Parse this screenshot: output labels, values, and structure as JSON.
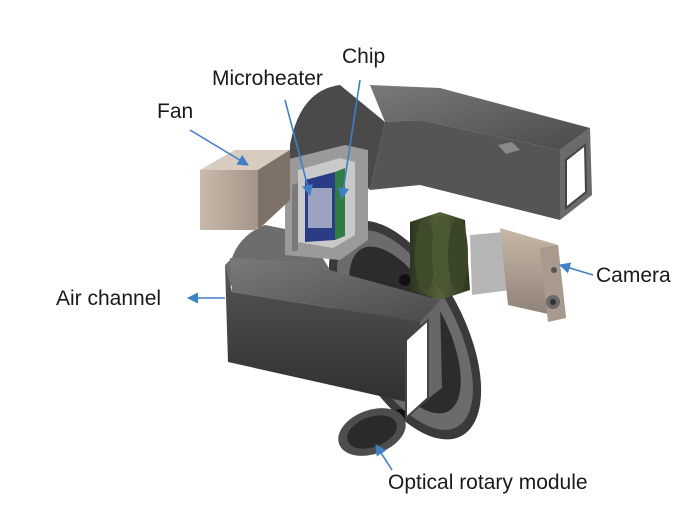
{
  "labels": {
    "chip": "Chip",
    "microheater": "Microheater",
    "fan": "Fan",
    "air_channel": "Air channel",
    "camera": "Camera",
    "optical_rotary_module": "Optical rotary module"
  },
  "colors": {
    "arrow": "#3f7fc8",
    "housing_dark": "#3c3c3c",
    "housing_mid": "#5a5a5a",
    "housing_light": "#8a8a8a",
    "lens_green": "#3d4a2a",
    "fan_body": "#b09f92"
  }
}
